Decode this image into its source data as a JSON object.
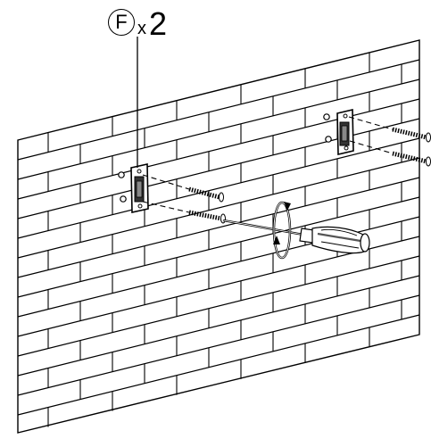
{
  "callout": {
    "part_letter": "F",
    "multiplier": "x",
    "quantity": "2"
  },
  "scene": {
    "wall": "brick-wall",
    "brackets": [
      "strike-plate-left",
      "strike-plate-right"
    ],
    "screws_per_bracket": 2,
    "tool": "screwdriver-icon",
    "motion": "rotate-clockwise-arrow",
    "colors": {
      "line": "#000000",
      "background": "#ffffff"
    }
  }
}
